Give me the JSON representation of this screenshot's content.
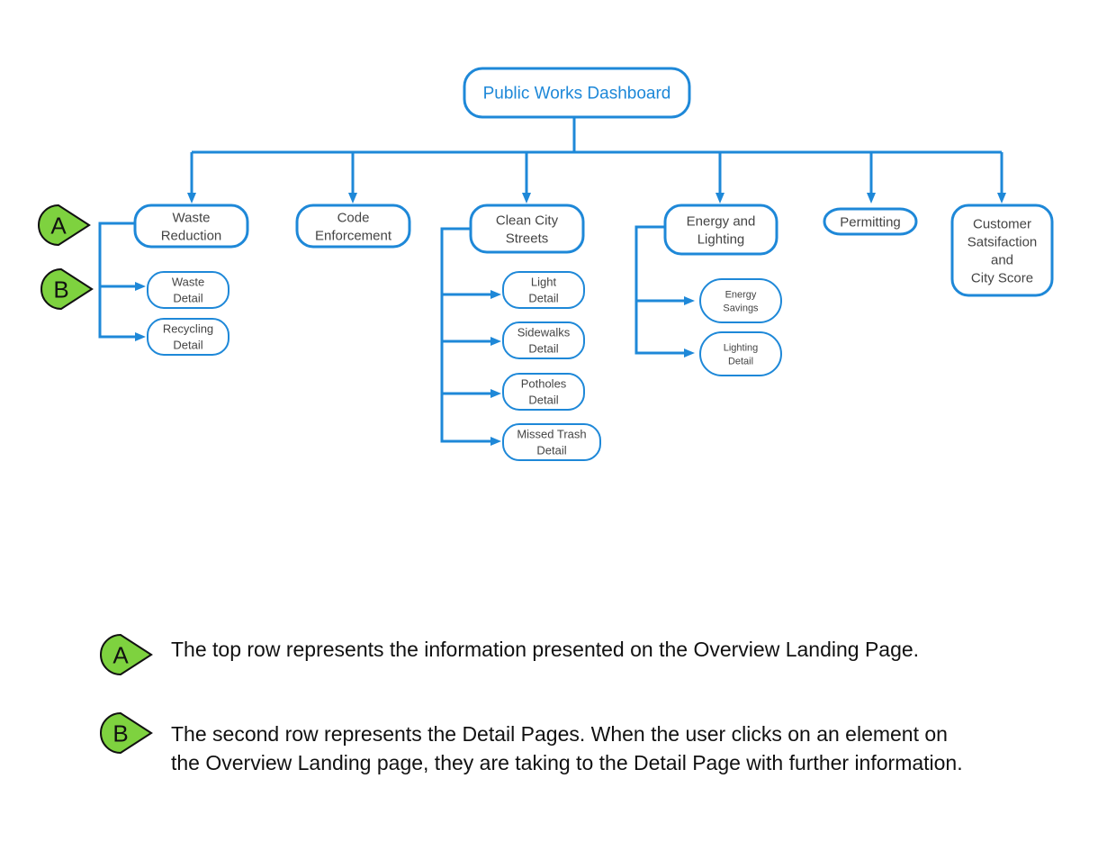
{
  "root": {
    "label": [
      "Public Works Dashboard"
    ]
  },
  "top_row": [
    {
      "id": "waste",
      "label": [
        "Waste",
        "Reduction"
      ]
    },
    {
      "id": "code",
      "label": [
        "Code",
        "Enforcement"
      ]
    },
    {
      "id": "clean",
      "label": [
        "Clean City",
        "Streets"
      ]
    },
    {
      "id": "energy",
      "label": [
        "Energy and",
        "Lighting"
      ]
    },
    {
      "id": "permitting",
      "label": [
        "Permitting"
      ]
    },
    {
      "id": "customer",
      "label": [
        "Customer",
        "Satsifaction",
        "and",
        "City Score"
      ]
    }
  ],
  "detail_row": [
    {
      "parent": "waste",
      "label": [
        "Waste",
        "Detail"
      ]
    },
    {
      "parent": "waste",
      "label": [
        "Recycling",
        "Detail"
      ]
    },
    {
      "parent": "clean",
      "label": [
        "Light",
        "Detail"
      ]
    },
    {
      "parent": "clean",
      "label": [
        "Sidewalks",
        "Detail"
      ]
    },
    {
      "parent": "clean",
      "label": [
        "Potholes",
        "Detail"
      ]
    },
    {
      "parent": "clean",
      "label": [
        "Missed Trash",
        "Detail"
      ]
    },
    {
      "parent": "energy",
      "label": [
        "Energy",
        "Savings"
      ]
    },
    {
      "parent": "energy",
      "label": [
        "Lighting",
        "Detail"
      ]
    }
  ],
  "badges": {
    "a": "A",
    "b": "B"
  },
  "legend": {
    "a_text": "The top row represents the information presented on the Overview Landing Page.",
    "b_text": "The second row represents the Detail Pages. When the user clicks on an element on the Overview Landing page, they are taking to the Detail Page with further information."
  },
  "colors": {
    "line": "#1e88d8",
    "badge_fill": "#7ed23f",
    "root_text": "#1e88d8",
    "node_text": "#444444"
  }
}
